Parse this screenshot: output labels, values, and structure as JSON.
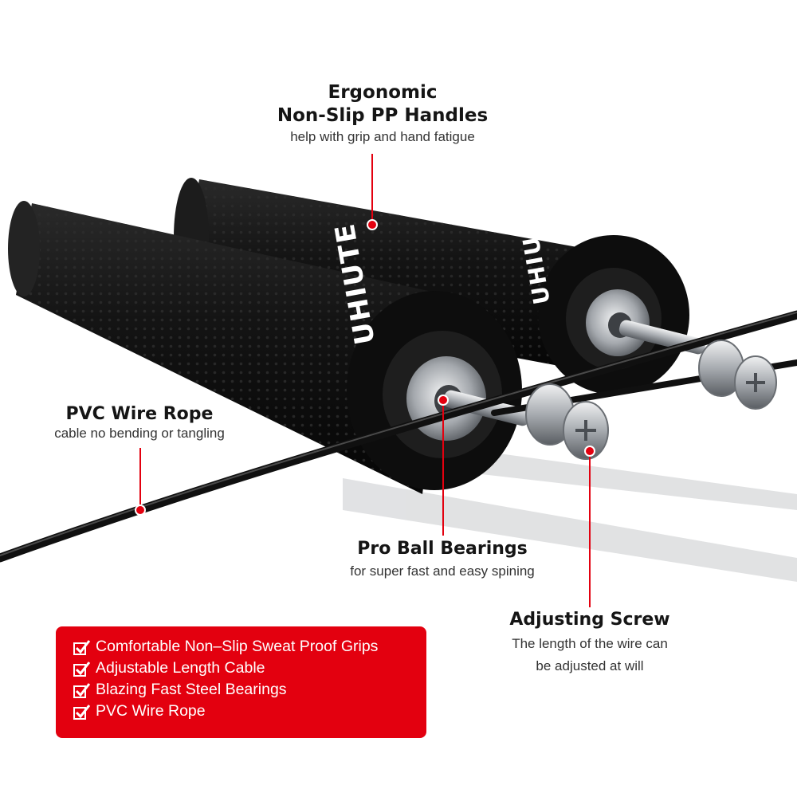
{
  "callouts": {
    "handles": {
      "title_line1": "Ergonomic",
      "title_line2": "Non-Slip PP Handles",
      "subtitle": "help with grip and hand fatigue"
    },
    "rope": {
      "title": "PVC Wire Rope",
      "subtitle": "cable no bending or tangling"
    },
    "bearings": {
      "title": "Pro Ball Bearings",
      "subtitle": "for super fast and easy spining"
    },
    "screw": {
      "title": "Adjusting Screw",
      "subtitle_line1": "The length of the wire can",
      "subtitle_line2": "be adjusted at will"
    }
  },
  "features": [
    "Comfortable Non–Slip Sweat Proof Grips",
    "Adjustable Length Cable",
    "Blazing Fast Steel Bearings",
    "PVC Wire Rope"
  ],
  "brand": {
    "logo_text": "UHIUTE"
  },
  "colors": {
    "accent_red": "#e3000f",
    "handle_black": "#141414",
    "steel": "#b9bcc0",
    "text_dark": "#151515"
  },
  "icons": [
    "check-icon"
  ]
}
